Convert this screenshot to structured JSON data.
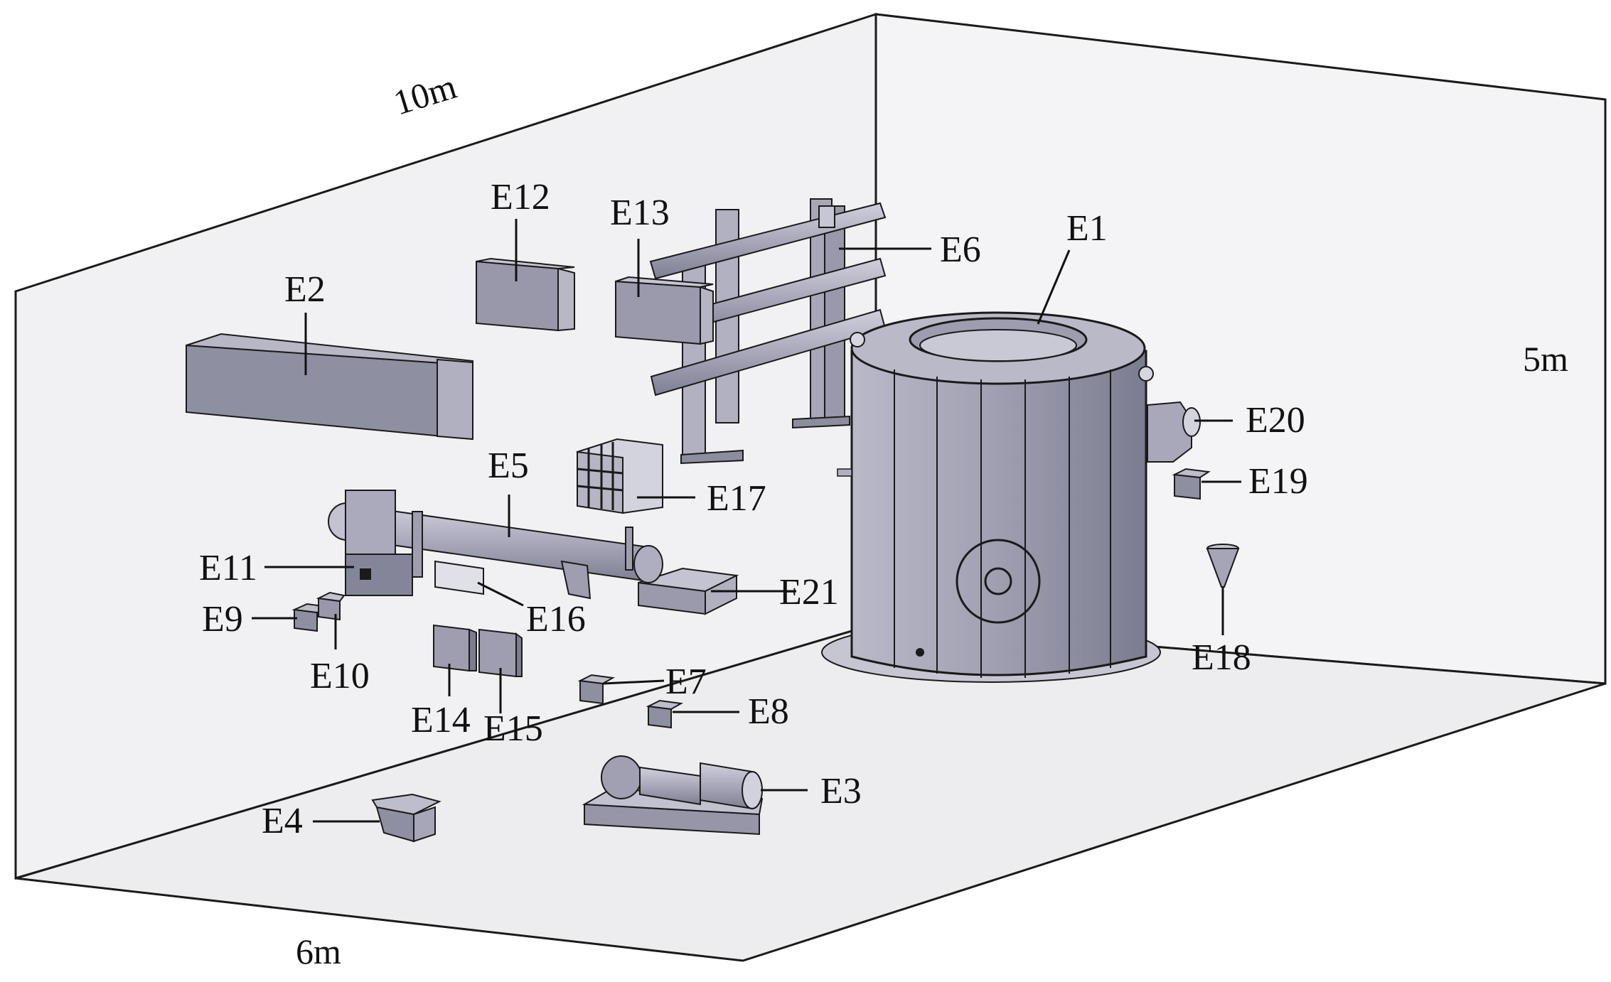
{
  "dimensions": {
    "length": "10m",
    "height": "5m",
    "width": "6m"
  },
  "equipment_labels": {
    "e1": "E1",
    "e2": "E2",
    "e3": "E3",
    "e4": "E4",
    "e5": "E5",
    "e6": "E6",
    "e7": "E7",
    "e8": "E8",
    "e9": "E9",
    "e10": "E10",
    "e11": "E11",
    "e12": "E12",
    "e13": "E13",
    "e14": "E14",
    "e15": "E15",
    "e16": "E16",
    "e17": "E17",
    "e18": "E18",
    "e19": "E19",
    "e20": "E20",
    "e21": "E21"
  },
  "colors": {
    "wall": "#f1f1f3",
    "floor": "#ededef",
    "equipment": "#9a9aac",
    "equipment_dark": "#7d7d90",
    "equipment_light": "#c3c3d1",
    "outline": "#1a1a1a"
  }
}
